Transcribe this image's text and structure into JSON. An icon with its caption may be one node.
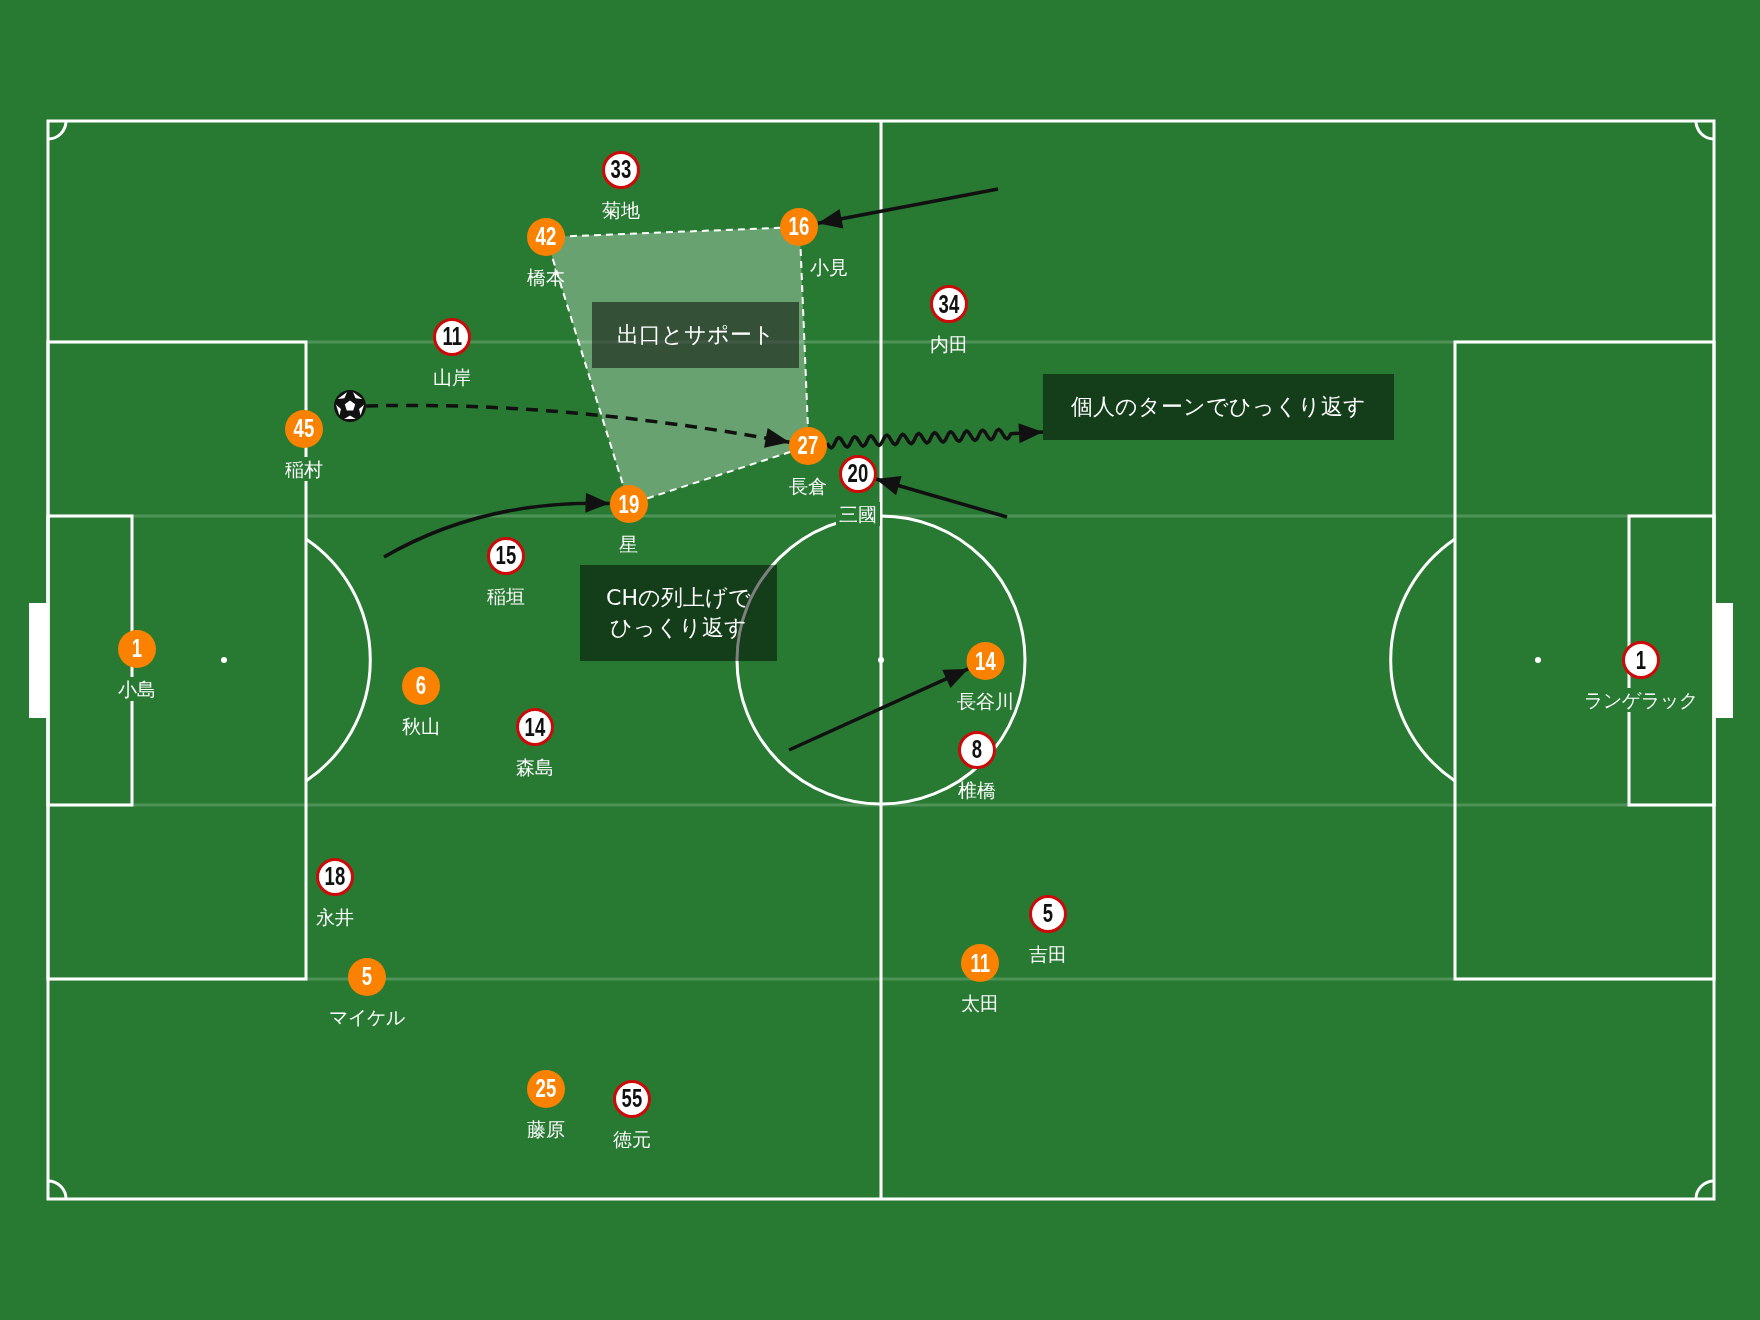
{
  "diagram": {
    "nodes": [
      {
        "text": [
          "33",
          "菊地"
        ]
      },
      {
        "text": [
          "42",
          "橋本"
        ]
      },
      {
        "text": [
          "16",
          "小見"
        ]
      },
      {
        "text": [],
        "shape": "polygon"
      },
      {
        "text": [
          "出口とサポート"
        ],
        "in": 3
      },
      {
        "text": [
          "34",
          "内田"
        ]
      },
      {
        "text": [
          "11",
          "山岸"
        ]
      },
      {
        "text": [
          "個人のターンでひっくり返す"
        ]
      },
      {
        "text": [],
        "shape": "ball"
      },
      {
        "text": [
          "45",
          "稲村"
        ]
      },
      {
        "text": [
          "27",
          "長倉"
        ]
      },
      {
        "text": [
          "20",
          "三國"
        ]
      },
      {
        "text": [
          "19",
          "星"
        ]
      },
      {
        "text": [
          "15",
          "稲垣"
        ]
      },
      {
        "text": [
          "CHの列上げでひっくり返す"
        ]
      },
      {
        "text": [
          "1",
          "小島"
        ]
      },
      {
        "text": [
          "14",
          "長谷川"
        ]
      },
      {
        "text": [
          "1",
          "ランゲラック"
        ]
      },
      {
        "text": [
          "6",
          "秋山"
        ]
      },
      {
        "text": [
          "14",
          "森島"
        ]
      },
      {
        "text": [
          "8",
          "椎橋"
        ]
      },
      {
        "text": [
          "18",
          "永井"
        ]
      },
      {
        "text": [
          "5",
          "吉田"
        ]
      },
      {
        "text": [
          "11",
          "太田"
        ]
      },
      {
        "text": [
          "5",
          "マイケル"
        ]
      },
      {
        "text": [
          "25",
          "藤原"
        ]
      },
      {
        "text": [
          "55",
          "徳元"
        ]
      }
    ],
    "edges": [
      {
        "from": null,
        "to": 2,
        "arrow": "to"
      },
      {
        "from": 8,
        "to": 10,
        "arrow": "to",
        "style": "dashed"
      },
      {
        "from": 10,
        "to": 7,
        "arrow": "to"
      },
      {
        "from": null,
        "to": 12,
        "arrow": "to"
      },
      {
        "from": null,
        "to": 11,
        "arrow": "to"
      },
      {
        "from": null,
        "to": 16,
        "arrow": "to"
      }
    ]
  }
}
